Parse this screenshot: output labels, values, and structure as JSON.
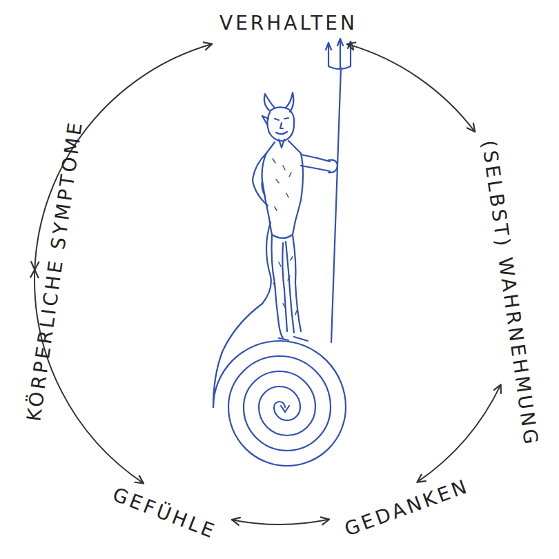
{
  "diagram": {
    "nodes": [
      {
        "text": [
          "VERHALTEN"
        ]
      },
      {
        "text": [
          "(SELBST) WAHRNEHMUNG"
        ]
      },
      {
        "text": [
          "GEDANKEN"
        ]
      },
      {
        "text": [
          "GEFÜHLE"
        ]
      },
      {
        "text": [
          "KÖRPERLICHE SYMPTOME"
        ]
      }
    ],
    "edges": [
      {
        "from": 0,
        "to": 1,
        "arrow": "both"
      },
      {
        "from": 1,
        "to": 2,
        "arrow": "both"
      },
      {
        "from": 2,
        "to": 3,
        "arrow": "both"
      },
      {
        "from": 3,
        "to": 4,
        "arrow": "both"
      },
      {
        "from": 4,
        "to": 0,
        "arrow": "both"
      }
    ]
  }
}
